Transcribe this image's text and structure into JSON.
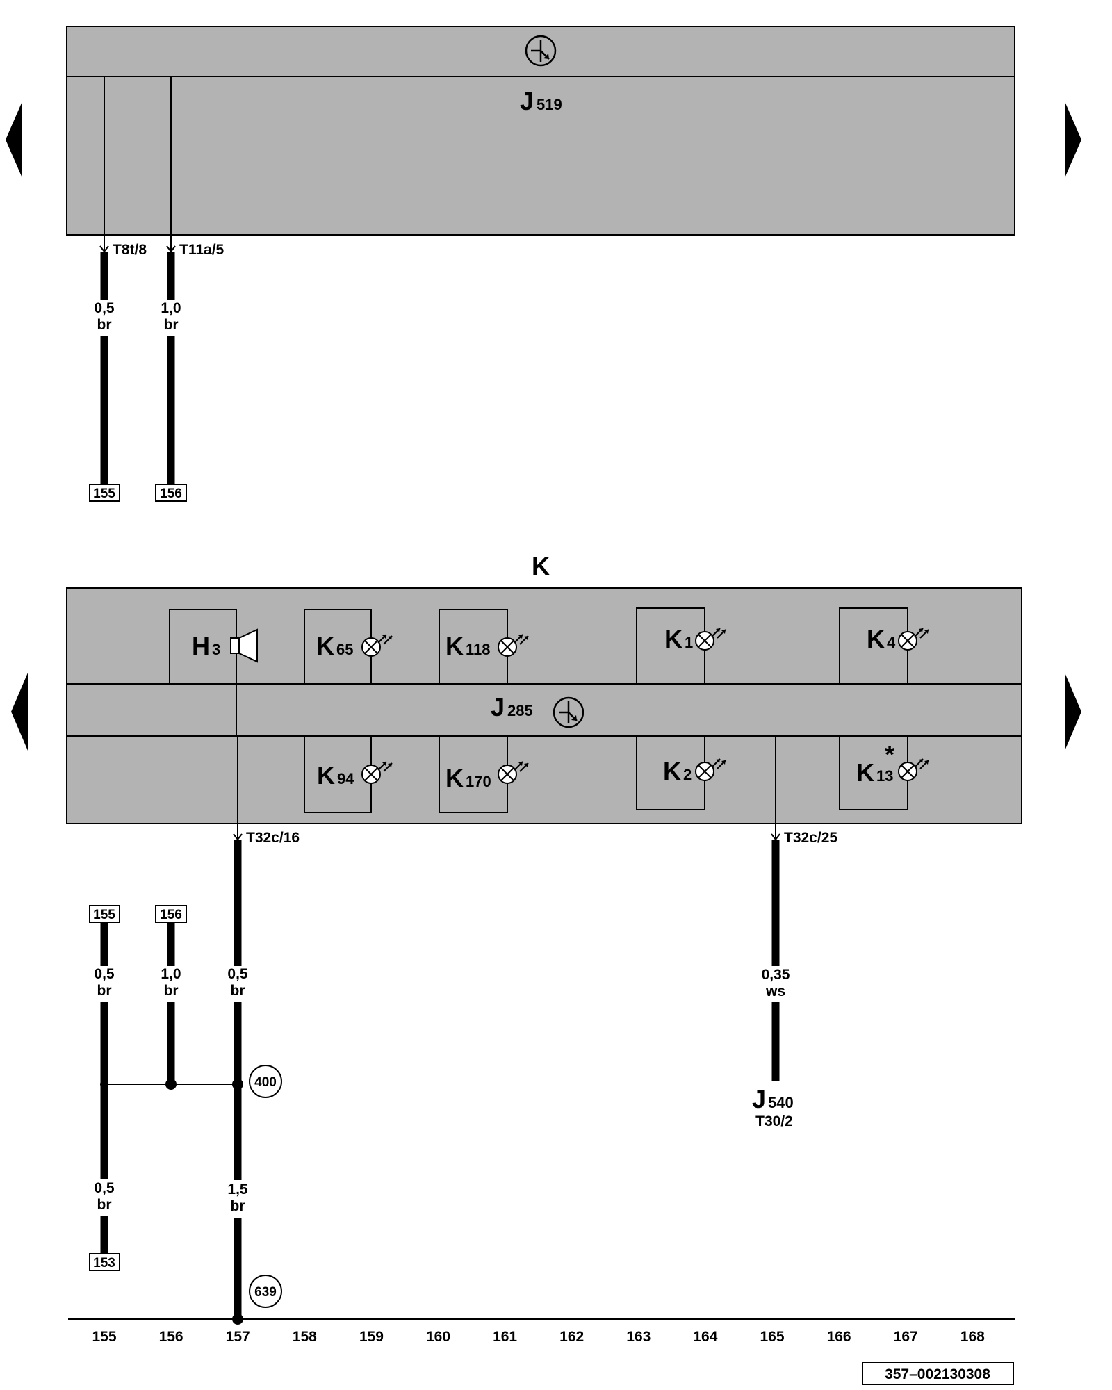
{
  "top_module": {
    "id_main": "J",
    "id_sub": "519",
    "pins": [
      "T8t/8",
      "T11a/5"
    ],
    "wires": [
      {
        "size": "0,5",
        "color": "br",
        "ref": "155"
      },
      {
        "size": "1,0",
        "color": "br",
        "ref": "156"
      }
    ]
  },
  "instrument": {
    "title": "K",
    "gateway_main": "J",
    "gateway_sub": "285",
    "upper_components": [
      {
        "main": "H",
        "sub": "3",
        "icon": "horn-icon"
      },
      {
        "main": "K",
        "sub": "65",
        "icon": "lamp-icon"
      },
      {
        "main": "K",
        "sub": "118",
        "icon": "lamp-icon"
      },
      {
        "main": "K",
        "sub": "1",
        "icon": "lamp-icon"
      },
      {
        "main": "K",
        "sub": "4",
        "icon": "lamp-icon"
      }
    ],
    "lower_components": [
      {
        "main": "K",
        "sub": "94",
        "icon": "lamp-icon"
      },
      {
        "main": "K",
        "sub": "170",
        "icon": "lamp-icon"
      },
      {
        "main": "K",
        "sub": "2",
        "icon": "lamp-icon"
      },
      {
        "main": "K",
        "sub": "13",
        "star": "*",
        "icon": "lamp-icon"
      }
    ],
    "pins": [
      "T32c/16",
      "T32c/25"
    ]
  },
  "bottom_wires": {
    "ref_155": "155",
    "ref_156": "156",
    "w155_top": {
      "size": "0,5",
      "color": "br"
    },
    "w156_top": {
      "size": "1,0",
      "color": "br"
    },
    "w157_top": {
      "size": "0,5",
      "color": "br"
    },
    "w165": {
      "size": "0,35",
      "color": "ws"
    },
    "w155_bottom": {
      "size": "0,5",
      "color": "br"
    },
    "w157_bottom": {
      "size": "1,5",
      "color": "br"
    },
    "connection_400": "400",
    "ground_639": "639",
    "ref_153": "153",
    "j540_main": "J",
    "j540_sub": "540",
    "j540_pin": "T30/2"
  },
  "columns": [
    "155",
    "156",
    "157",
    "158",
    "159",
    "160",
    "161",
    "162",
    "163",
    "164",
    "165",
    "166",
    "167",
    "168"
  ],
  "doc_number": "357–002130308",
  "icons": [
    "nav-left-arrow-icon",
    "nav-right-arrow-icon",
    "control-unit-icon",
    "lamp-icon",
    "horn-icon"
  ]
}
